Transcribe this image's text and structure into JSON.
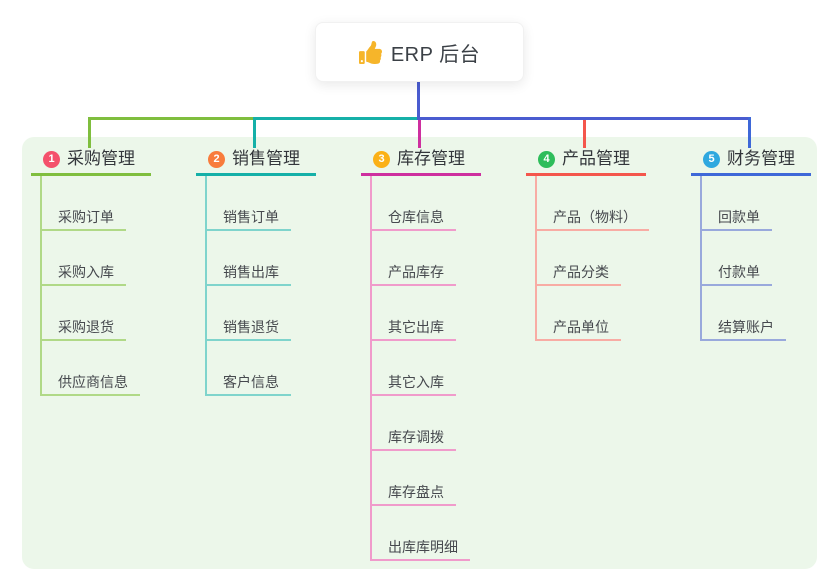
{
  "root": {
    "icon": "thumbs-up",
    "label": "ERP 后台"
  },
  "connector_color": "#4a5cd0",
  "panel_color": "#ecf7ea",
  "icon_color": "#f6b52a",
  "branches": [
    {
      "number": "1",
      "label": "采购管理",
      "badge_color": "#f4516c",
      "line_color": "#7fbe3e",
      "child_line_color": "#b0d987",
      "children": [
        "采购订单",
        "采购入库",
        "采购退货",
        "供应商信息"
      ]
    },
    {
      "number": "2",
      "label": "销售管理",
      "badge_color": "#f87c3c",
      "line_color": "#15b0a8",
      "child_line_color": "#7fd4cc",
      "children": [
        "销售订单",
        "销售出库",
        "销售退货",
        "客户信息"
      ]
    },
    {
      "number": "3",
      "label": "库存管理",
      "badge_color": "#fbb117",
      "line_color": "#ce2f9f",
      "child_line_color": "#f09bcb",
      "children": [
        "仓库信息",
        "产品库存",
        "其它出库",
        "其它入库",
        "库存调拨",
        "库存盘点",
        "出库库明细"
      ]
    },
    {
      "number": "4",
      "label": "产品管理",
      "badge_color": "#2ebd5b",
      "line_color": "#f4564c",
      "child_line_color": "#f8aca4",
      "children": [
        "产品（物料）",
        "产品分类",
        "产品单位"
      ]
    },
    {
      "number": "5",
      "label": "财务管理",
      "badge_color": "#2fa8df",
      "line_color": "#3e68d8",
      "child_line_color": "#99a9dc",
      "children": [
        "回款单",
        "付款单",
        "结算账户"
      ]
    }
  ]
}
